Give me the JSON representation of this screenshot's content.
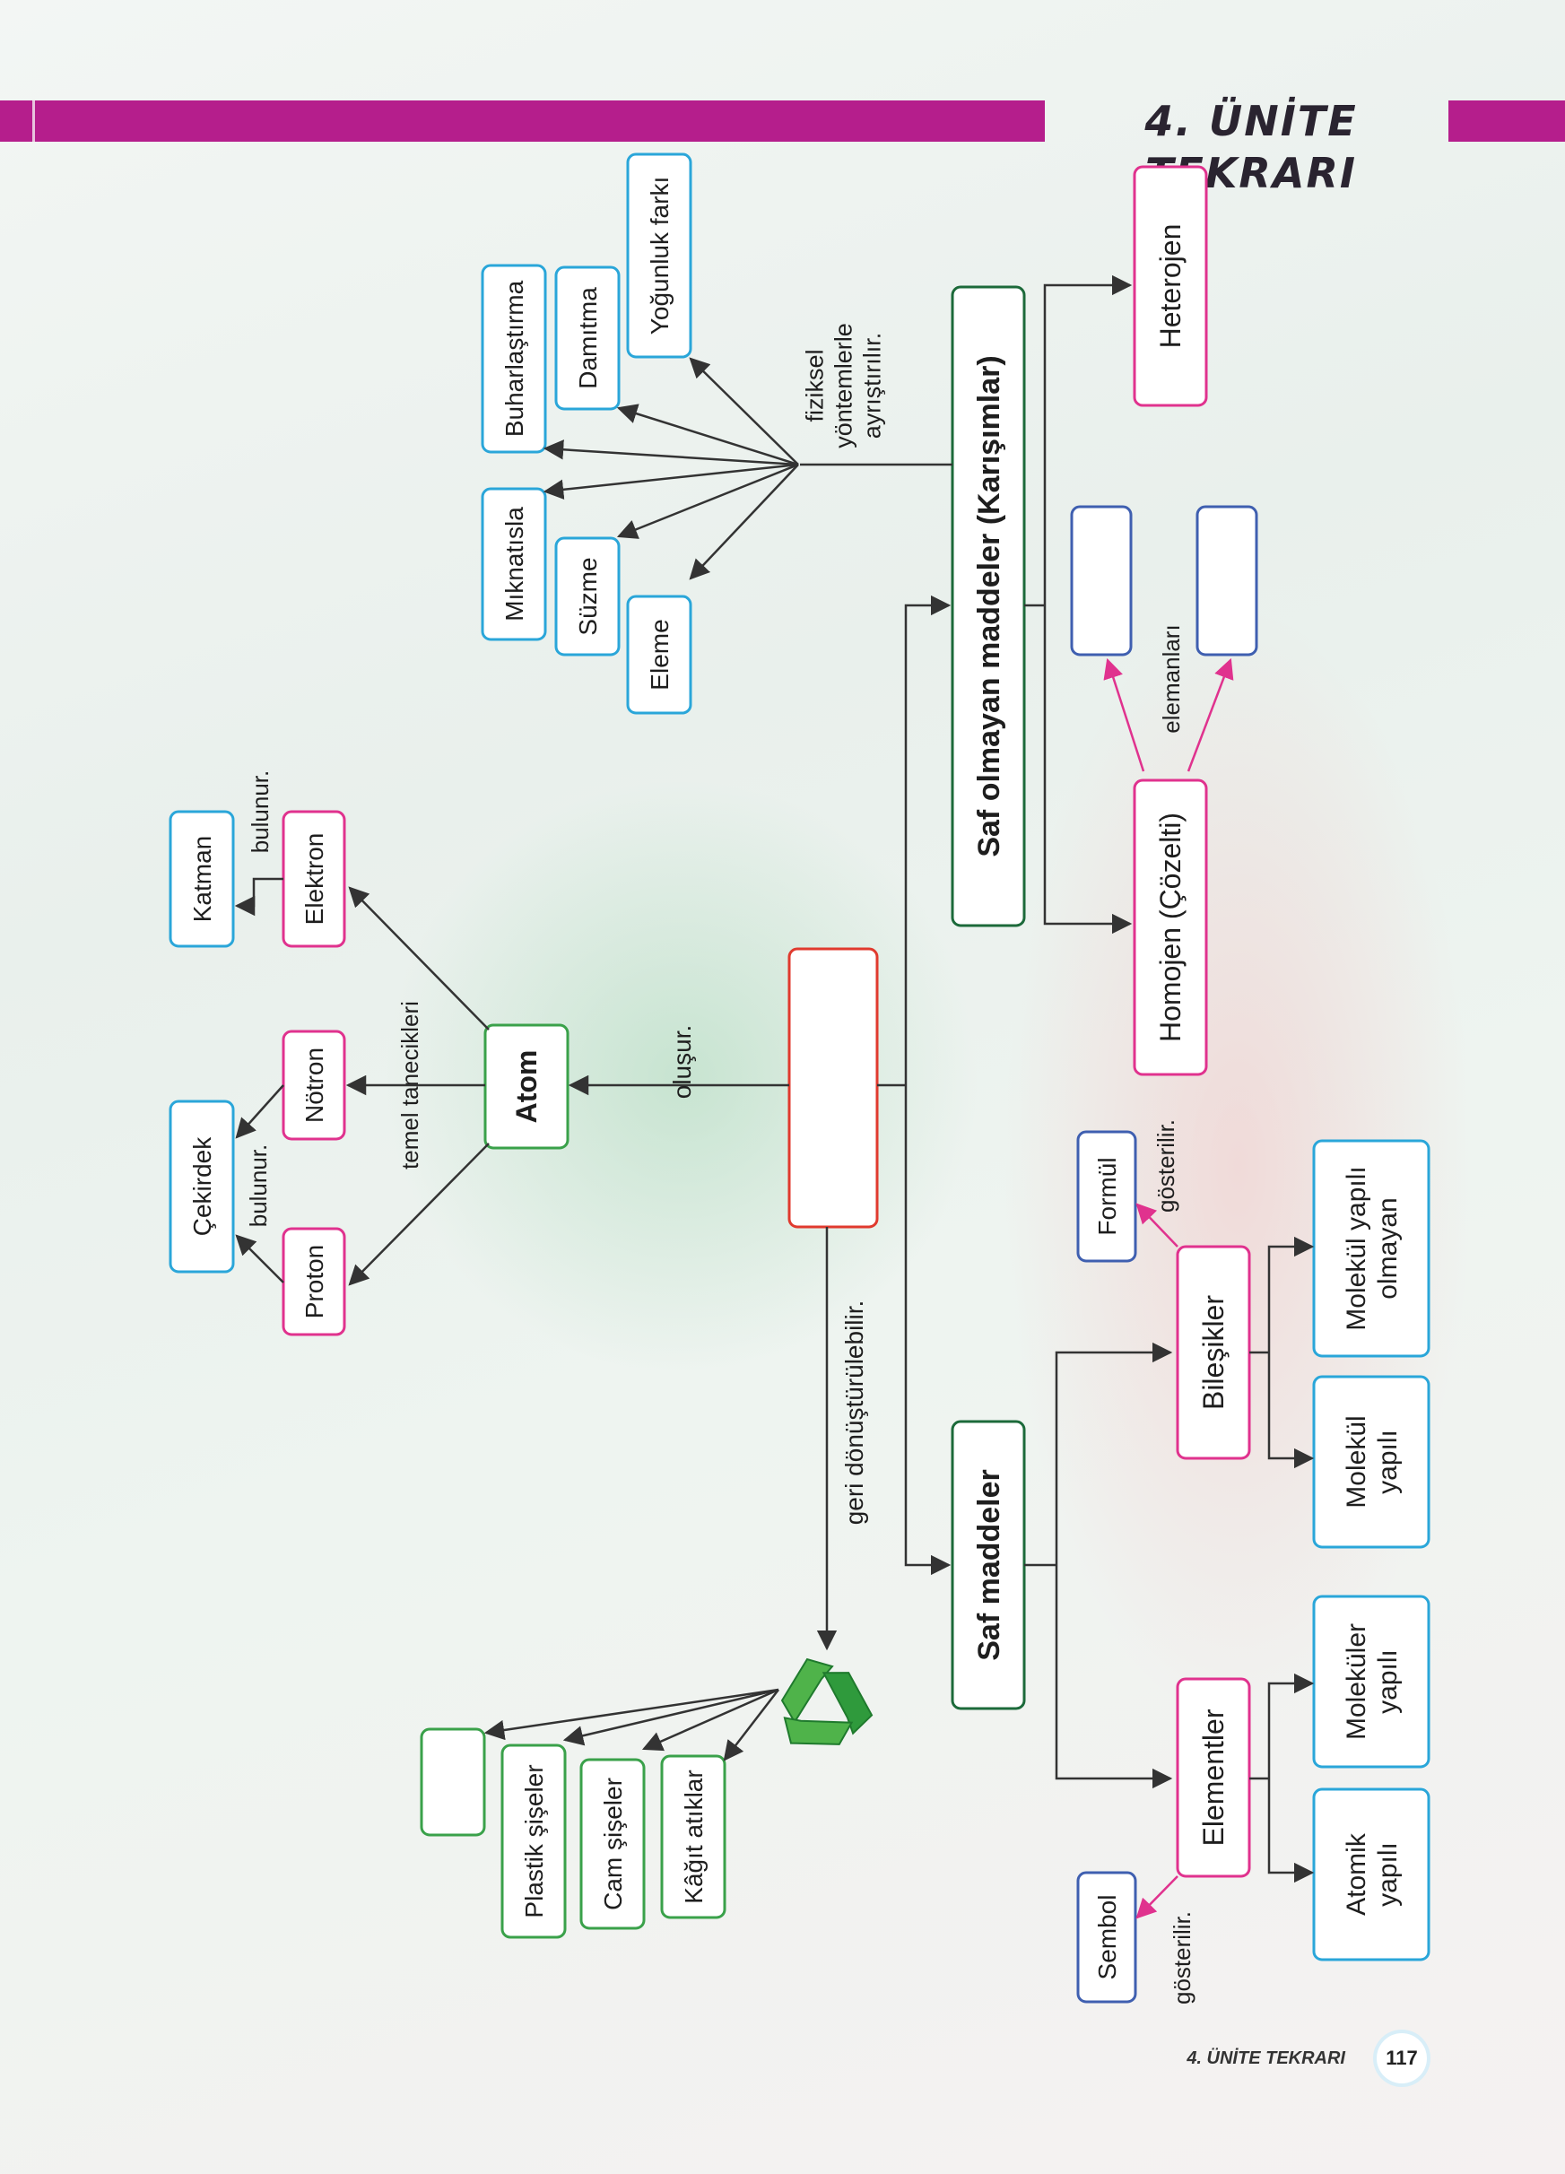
{
  "header": {
    "title": "4. ÜNİTE TEKRARI"
  },
  "footer": {
    "label": "4. ÜNİTE TEKRARI",
    "page_number": "117"
  },
  "colors": {
    "accent": "#b51e8c",
    "pink": "#e0328e",
    "green": "#3aa14a",
    "dark_green": "#1c6a3a",
    "blue": "#2aa6d9",
    "navy": "#3f5fb0",
    "red": "#e03a2e"
  },
  "concept_map": {
    "center_blank": "",
    "atom": {
      "label": "Atom",
      "link_from_center": "oluşur.",
      "particles_caption": "temel tanecikleri",
      "proton": "Proton",
      "notron": "Nötron",
      "elektron": "Elektron",
      "cekirdek": "Çekirdek",
      "katman": "Katman",
      "bulunur_nucleus": "bulunur.",
      "bulunur_shell": "bulunur."
    },
    "impure": {
      "label": "Saf olmayan maddeler (Karışımlar)",
      "methods_caption": [
        "fiziksel",
        "yöntemlerle",
        "ayrıştırılır."
      ],
      "methods": [
        "Eleme",
        "Süzme",
        "Mıknatısla",
        "Buharlaştırma",
        "Damıtma",
        "Yoğunluk farkı"
      ],
      "homogeneous": "Homojen (Çözelti)",
      "heterogeneous": "Heterojen",
      "elements_caption": "elemanları",
      "homogeneous_blanks": [
        "",
        ""
      ]
    },
    "pure": {
      "label": "Saf maddeler",
      "elements": "Elementler",
      "compounds": "Bileşikler",
      "atomic": [
        "Atomik",
        "yapılı"
      ],
      "molecular_element": [
        "Moleküler",
        "yapılı"
      ],
      "molecular_compound": [
        "Molekül",
        "yapılı"
      ],
      "non_molecular": [
        "Molekül yapılı",
        "olmayan"
      ],
      "symbol": "Sembol",
      "formula": "Formül",
      "shown_symbol": "gösterilir.",
      "shown_formula": "gösterilir."
    },
    "recycling": {
      "caption": "geri dönüştürülebilir.",
      "icon": "recycle-icon",
      "items": [
        "Kâğıt atıklar",
        "Cam şişeler",
        "Plastik şişeler",
        ""
      ]
    }
  }
}
